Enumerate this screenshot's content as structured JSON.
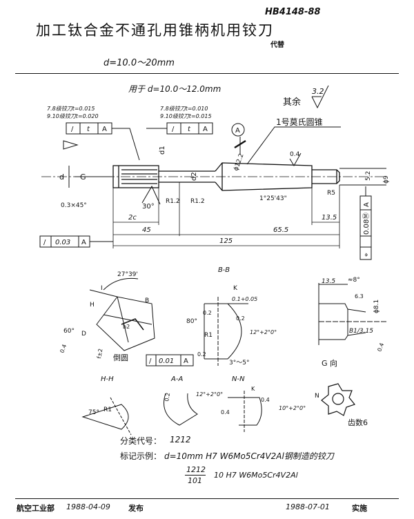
{
  "header": {
    "title": "加工钛合金不通孔用锥柄机用铰刀",
    "standard_no": "HB4148-88",
    "replaces": "代替",
    "range": "d=10.0～20mm"
  },
  "drawing": {
    "subtitle": "用于 d=10.0～12.0mm",
    "rest_label": "其余",
    "rest_roughness": "3.2",
    "taper_label": "1号莫氏圆锥",
    "tol_box_left": {
      "line1": "7.8级铰刀t=0.015",
      "line2": "9.10级铰刀t=0.020",
      "cells": [
        "/",
        "t",
        "A"
      ]
    },
    "tol_box_mid": {
      "line1": "7.8级铰刀t=0.010",
      "line2": "9.10级铰刀t=0.015",
      "cells": [
        "/",
        "t",
        "A"
      ]
    },
    "runout_box": {
      "cells": [
        "/",
        "0.03",
        "A"
      ]
    },
    "position_box": {
      "cells": [
        "⌖",
        "0.08",
        "Ⓜ",
        "A"
      ]
    },
    "section_A": "A",
    "labels": {
      "d": "d",
      "G": "G",
      "d1": "d1",
      "d2": "d2",
      "d12": "ϕ12.2",
      "angle_taper": "1°25'43\"",
      "R5": "R5",
      "r04": "0.4",
      "d52": "5.2",
      "d9": "ϕ9",
      "chamfer": "0.3×45°",
      "angle30": "30°",
      "R12a": "R1.2",
      "R12b": "R1.2",
      "dim2c": "2c",
      "dim45": "45",
      "dim655": "65.5",
      "dim135": "13.5",
      "dim125": "125"
    },
    "detail": {
      "angle2739": "27°39'",
      "I": "I",
      "H": "H",
      "B": "B",
      "angle60": "60°",
      "D": "D",
      "b2": "b2",
      "f12": "f±2",
      "r04": "0.4",
      "chamfer_label": "倒圆",
      "tol_box": {
        "cells": [
          "/",
          "0.01",
          "A"
        ]
      }
    },
    "section_BB": {
      "title": "B-B",
      "K": "K",
      "f": "0.1+0.05",
      "r02a": "0.2",
      "r02b": "0.2",
      "angle80": "80°",
      "R1": "R1",
      "angle12": "12°+2°0°",
      "angle35": "3°～5°",
      "r02c": "0.2"
    },
    "view_end": {
      "dim135": "13.5",
      "angle8": "≈8°",
      "r63": "6.3",
      "d81": "ϕ8.1",
      "b13": "B1/3.15",
      "r04": "0.4"
    },
    "section_HH": {
      "title": "H-H",
      "angle75": "75°",
      "R1": "R1"
    },
    "section_AA": {
      "title": "A-A",
      "r02": "0.2",
      "angle12": "12°+2°0°"
    },
    "section_NN": {
      "title": "N-N",
      "K": "K",
      "r04a": "0.4",
      "r04b": "0.4",
      "N": "N",
      "angle10": "10°+2°0°"
    },
    "view_G": {
      "title": "G 向",
      "teeth": "齿数6"
    }
  },
  "notes": {
    "class_code_label": "分类代号：",
    "class_code": "1212",
    "example_label": "标记示例：",
    "example_text": "d=10mm  H7  W6Mo5Cr4V2Al钢制造的铰刀",
    "mark_num": "1212",
    "mark_den": "101",
    "mark_text": "10 H7  W6Mo5Cr4V2Al"
  },
  "footer": {
    "issuer": "航空工业部",
    "issue_date": "1988-04-09",
    "issue_label": "发布",
    "impl_date": "1988-07-01",
    "impl_label": "实施"
  }
}
